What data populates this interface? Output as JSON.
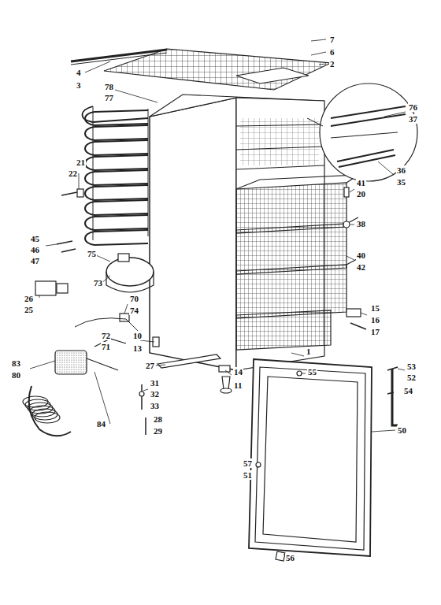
{
  "diagram": {
    "labels": [
      "7",
      "6",
      "2",
      "4",
      "3",
      "78",
      "77",
      "76",
      "37",
      "36",
      "35",
      "21",
      "22",
      "41",
      "20",
      "38",
      "45",
      "46",
      "47",
      "75",
      "40",
      "42",
      "26",
      "25",
      "73",
      "70",
      "74",
      "72",
      "71",
      "10",
      "13",
      "27",
      "15",
      "16",
      "17",
      "83",
      "80",
      "31",
      "32",
      "33",
      "28",
      "29",
      "84",
      "1",
      "14",
      "11",
      "55",
      "53",
      "52",
      "54",
      "50",
      "57",
      "51",
      "56"
    ]
  }
}
